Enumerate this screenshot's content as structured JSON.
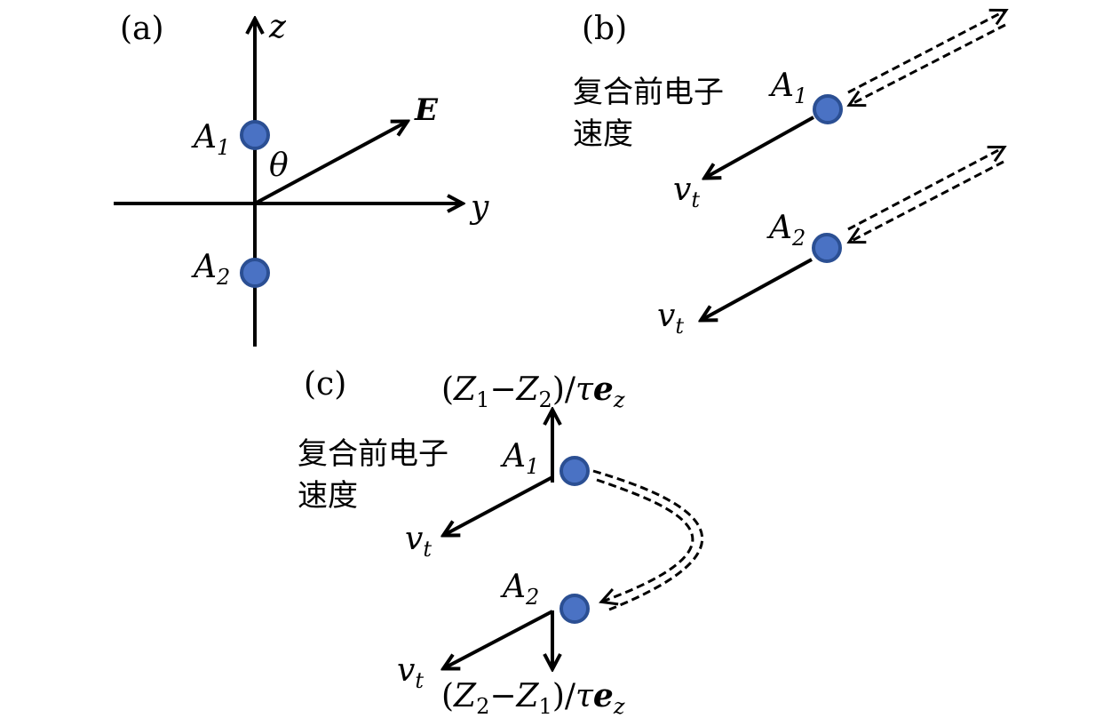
{
  "panels": {
    "a": {
      "tag": "(a)",
      "axis_z": "z",
      "axis_y": "y",
      "field_label": "E",
      "angle_label": "θ",
      "atom1": {
        "base": "A",
        "sub": "1"
      },
      "atom2": {
        "base": "A",
        "sub": "2"
      }
    },
    "b": {
      "tag": "(b)",
      "caption_line1": "复合前电子",
      "caption_line2": "速度",
      "atom1": {
        "base": "A",
        "sub": "1"
      },
      "atom2": {
        "base": "A",
        "sub": "2"
      },
      "velocity": {
        "base": "v",
        "sub": "t"
      }
    },
    "c": {
      "tag": "(c)",
      "caption_line1": "复合前电子",
      "caption_line2": "速度",
      "atom1": {
        "base": "A",
        "sub": "1"
      },
      "atom2": {
        "base": "A",
        "sub": "2"
      },
      "velocity": {
        "base": "v",
        "sub": "t"
      },
      "top_vector": {
        "open": "(",
        "z1": "Z",
        "s1": "1",
        "minus": "−",
        "z2": "Z",
        "s2": "2",
        "close": ")/",
        "tau": "τ",
        "e": "e",
        "ez": "z"
      },
      "bottom_vector": {
        "open": "(",
        "z1": "Z",
        "s1": "2",
        "minus": "−",
        "z2": "Z",
        "s2": "1",
        "close": ")/",
        "tau": "τ",
        "e": "e",
        "ez": "z"
      }
    }
  },
  "colors": {
    "atom_fill": "#4a72c4",
    "atom_stroke": "#2b4f93",
    "line": "#000000"
  }
}
